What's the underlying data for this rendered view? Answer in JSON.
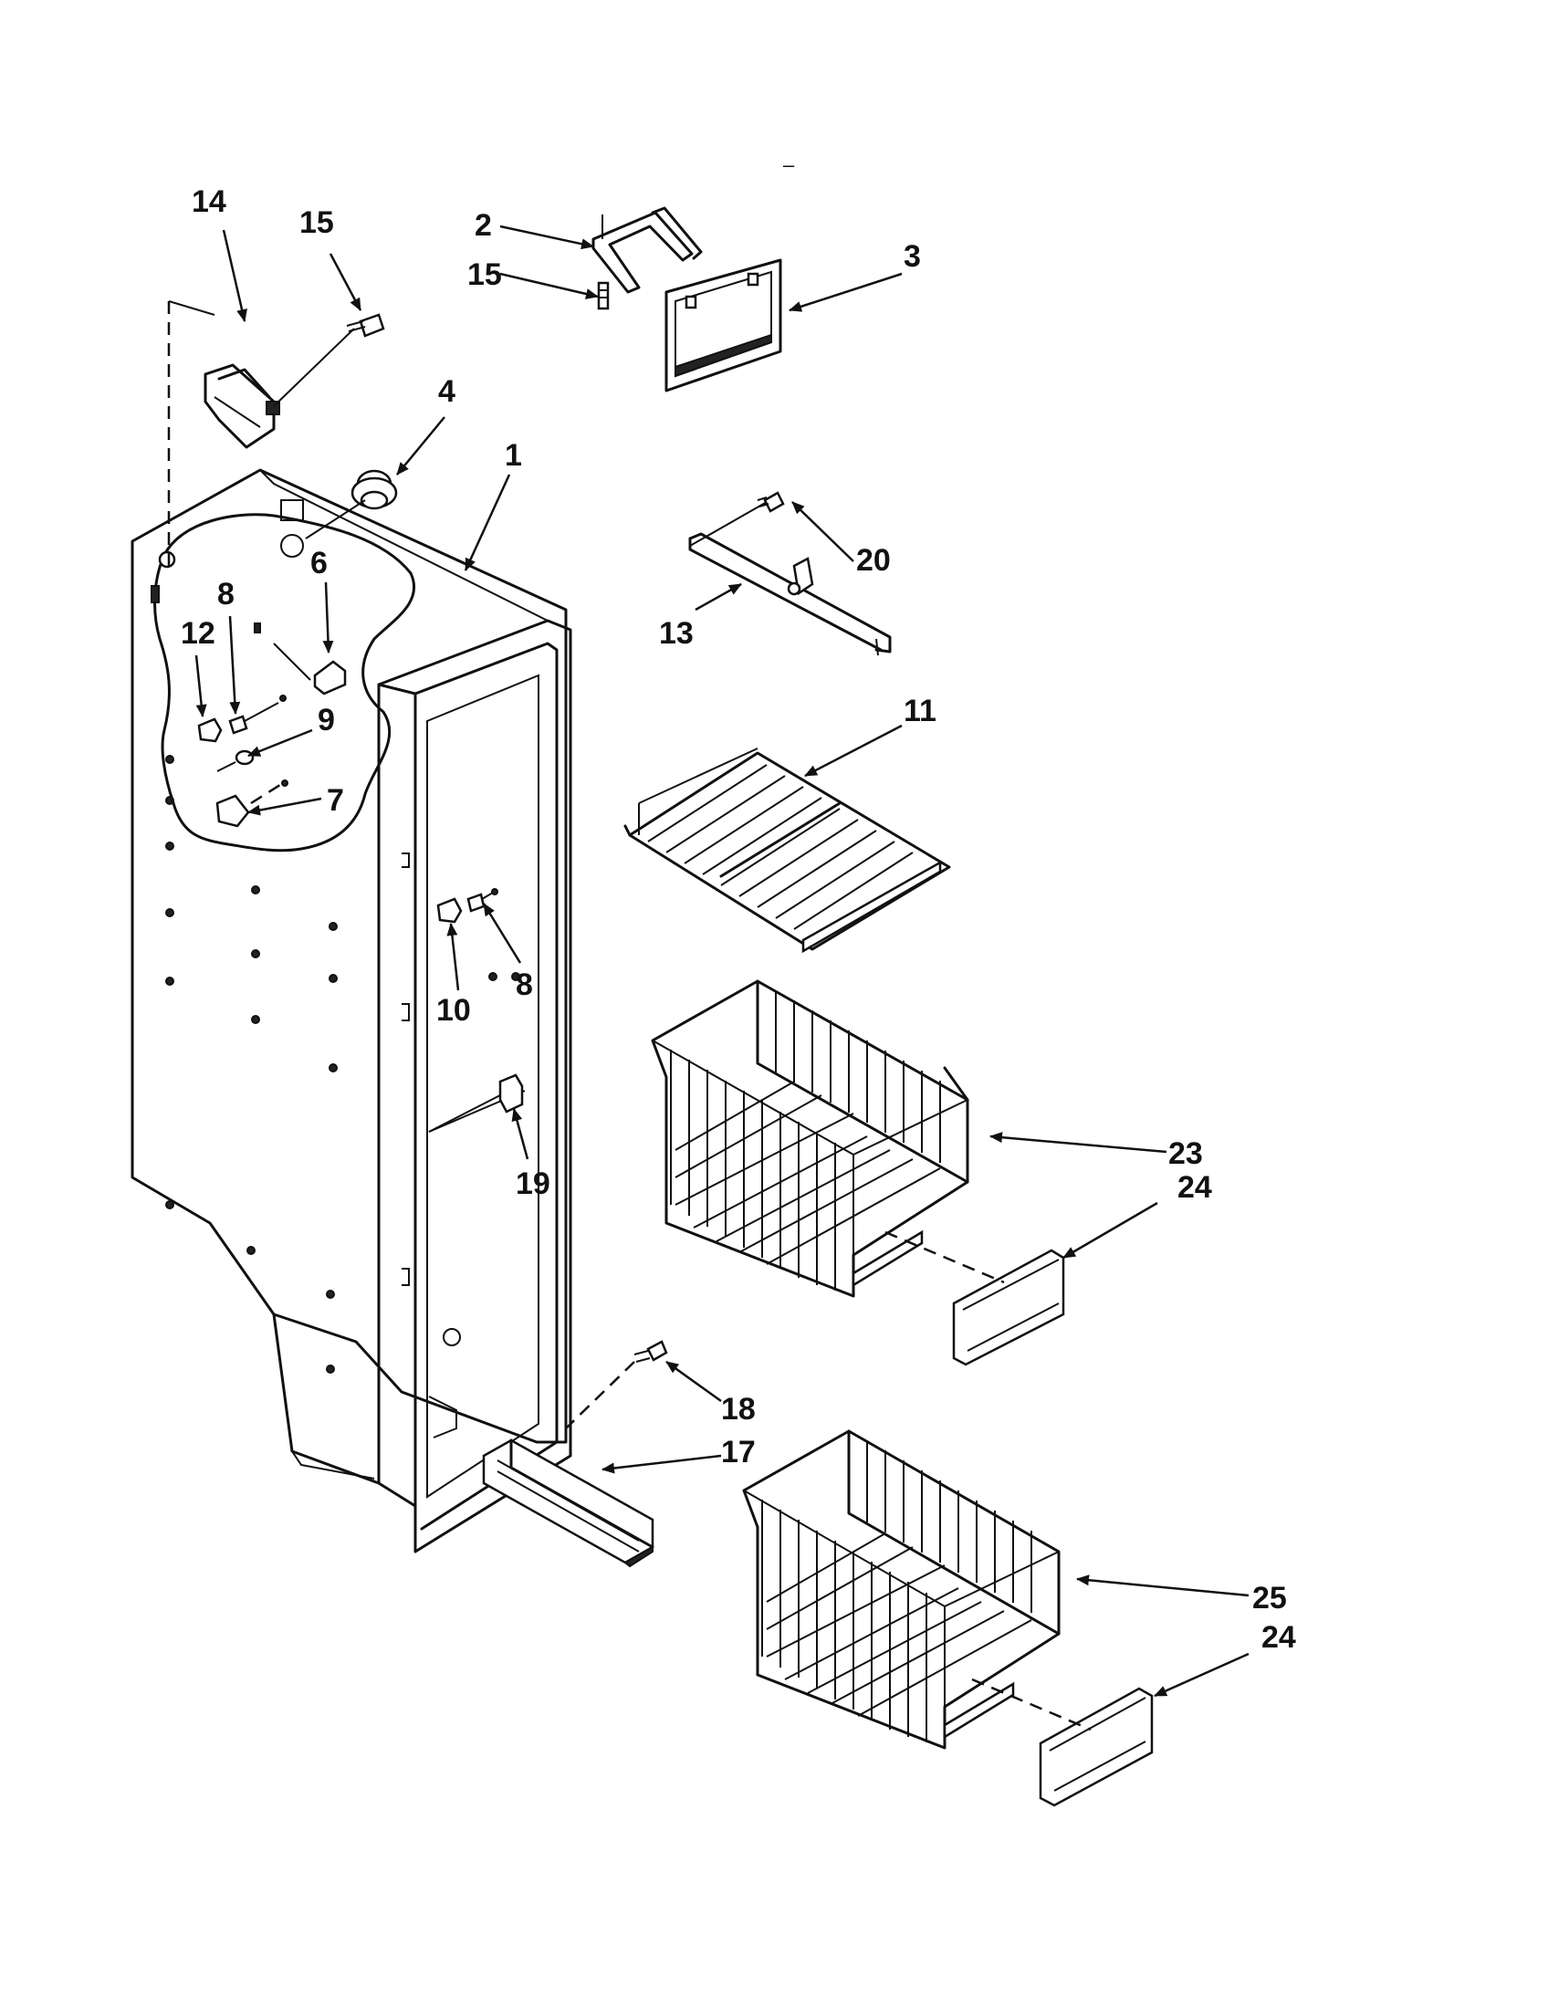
{
  "diagram": {
    "callouts": [
      {
        "id": "c1",
        "text": "1"
      },
      {
        "id": "c2",
        "text": "2"
      },
      {
        "id": "c3",
        "text": "3"
      },
      {
        "id": "c4",
        "text": "4"
      },
      {
        "id": "c6",
        "text": "6"
      },
      {
        "id": "c7",
        "text": "7"
      },
      {
        "id": "c8a",
        "text": "8"
      },
      {
        "id": "c8b",
        "text": "8"
      },
      {
        "id": "c9",
        "text": "9"
      },
      {
        "id": "c10",
        "text": "10"
      },
      {
        "id": "c11",
        "text": "11"
      },
      {
        "id": "c12",
        "text": "12"
      },
      {
        "id": "c13",
        "text": "13"
      },
      {
        "id": "c14",
        "text": "14"
      },
      {
        "id": "c15a",
        "text": "15"
      },
      {
        "id": "c15b",
        "text": "15"
      },
      {
        "id": "c17",
        "text": "17"
      },
      {
        "id": "c18",
        "text": "18"
      },
      {
        "id": "c19",
        "text": "19"
      },
      {
        "id": "c20",
        "text": "20"
      },
      {
        "id": "c23",
        "text": "23"
      },
      {
        "id": "c24a",
        "text": "24"
      },
      {
        "id": "c24b",
        "text": "24"
      },
      {
        "id": "c25",
        "text": "25"
      }
    ],
    "dash_mark": "–"
  }
}
